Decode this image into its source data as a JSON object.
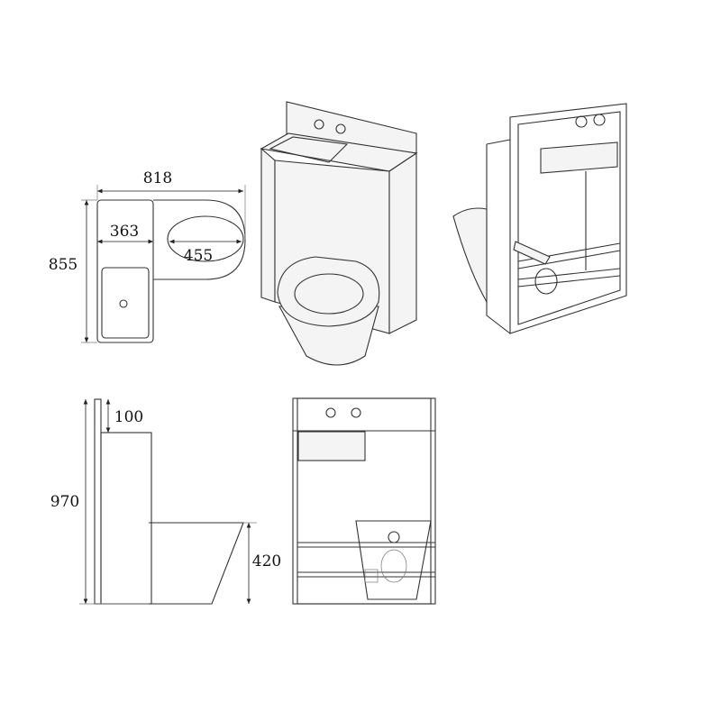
{
  "dimensions": {
    "plan_total_width": "818",
    "plan_tank_width": "363",
    "plan_bowl_width": "455",
    "plan_depth": "855",
    "side_panel_top": "100",
    "side_total_height": "970",
    "side_seat_height": "420"
  },
  "views": [
    "top-view",
    "isometric-front",
    "isometric-rear-frame",
    "side-view",
    "front-view"
  ]
}
